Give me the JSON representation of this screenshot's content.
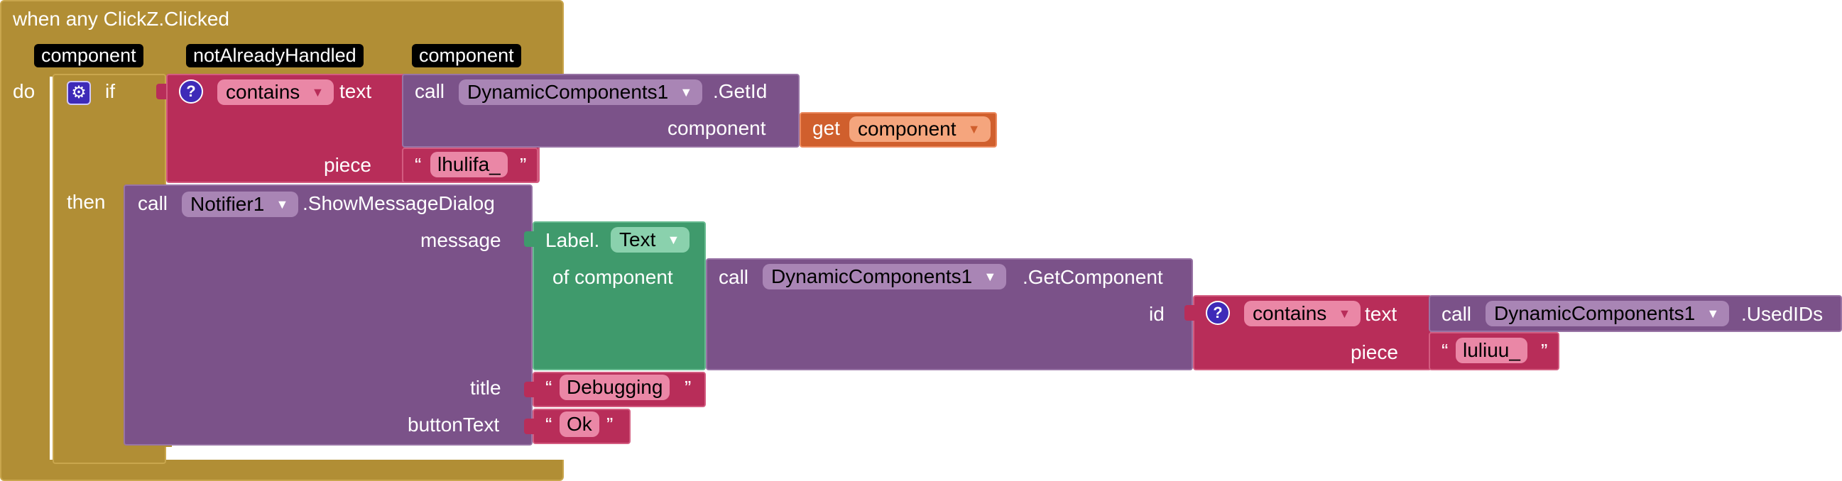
{
  "event": {
    "title": "when any ClickZ.Clicked",
    "params": [
      "component",
      "notAlreadyHandled",
      "component"
    ],
    "do_label": "do"
  },
  "if_block": {
    "if_label": "if",
    "then_label": "then",
    "gear_icon": "gear-icon"
  },
  "condition": {
    "help_icon": "question-icon",
    "op": "contains",
    "text_label": "text",
    "piece_label": "piece",
    "piece_value": "lhulifa_",
    "getid": {
      "call_label": "call",
      "component": "DynamicComponents1",
      "method": ".GetId",
      "arg_label": "component",
      "get_label": "get",
      "get_var": "component"
    }
  },
  "notifier": {
    "call_label": "call",
    "component": "Notifier1",
    "method": ".ShowMessageDialog",
    "message_label": "message",
    "title_label": "title",
    "title_value": "Debugging",
    "button_label": "buttonText",
    "button_value": "Ok"
  },
  "label_prop": {
    "prefix": "Label.",
    "prop": "Text",
    "of_label": "of component"
  },
  "getcomponent": {
    "call_label": "call",
    "component": "DynamicComponents1",
    "method": ".GetComponent",
    "id_label": "id"
  },
  "condition2": {
    "op": "contains",
    "text_label": "text",
    "piece_label": "piece",
    "piece_value": "luliuu_",
    "usedids": {
      "call_label": "call",
      "component": "DynamicComponents1",
      "method": ".UsedIDs"
    }
  },
  "quote_open": "“",
  "quote_close": "”",
  "arrow": "▼"
}
